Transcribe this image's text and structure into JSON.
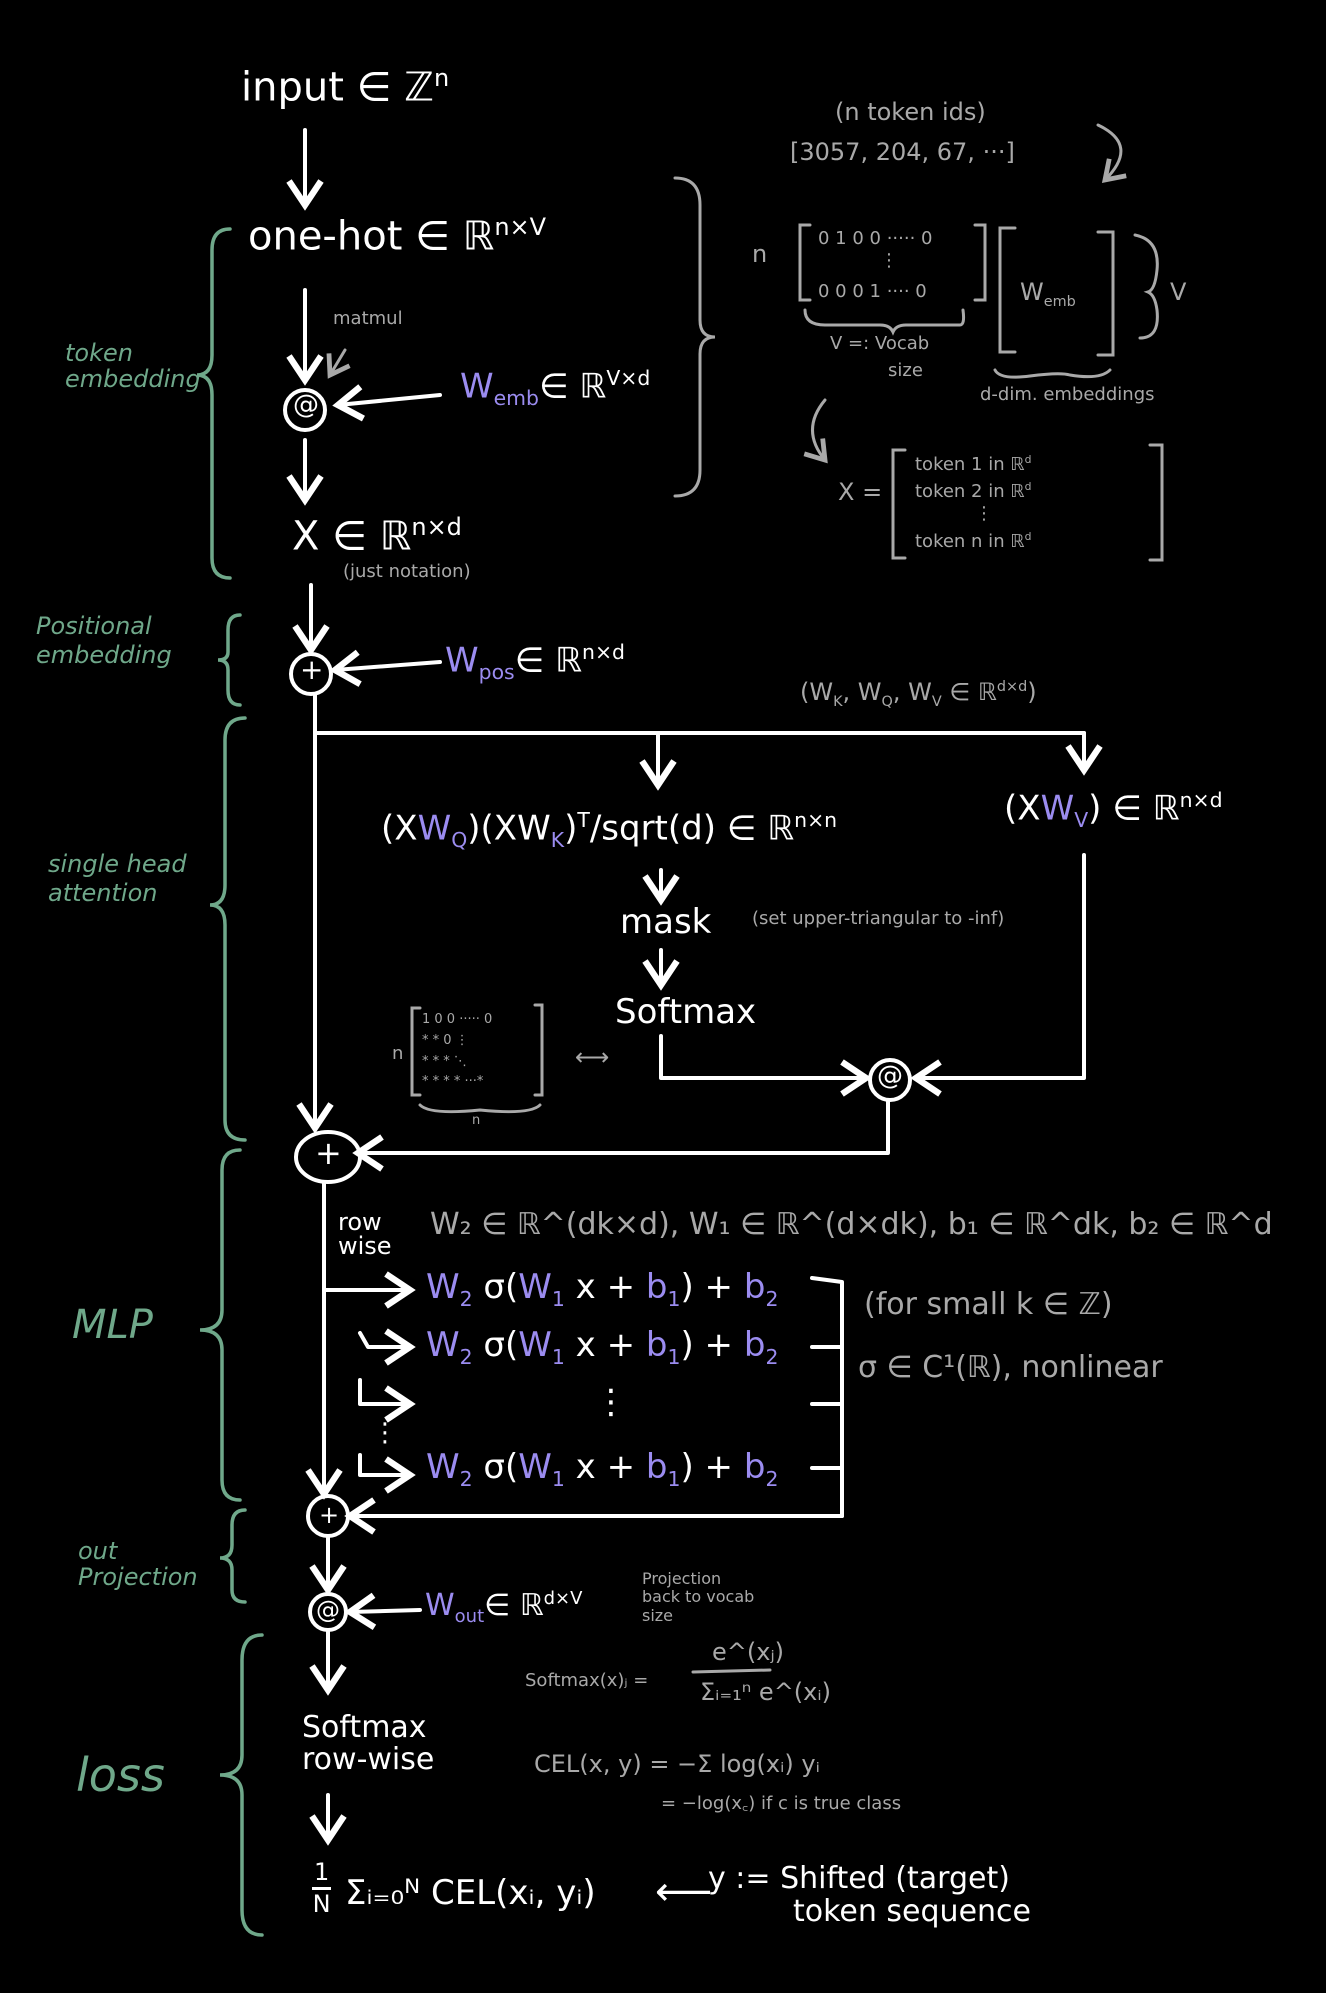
{
  "input": {
    "text": "input ∈ ℤ",
    "sup": "n"
  },
  "token_ids": {
    "label": "(n token ids)",
    "values": "[3057, 204, 67, ···]"
  },
  "one_hot": {
    "text": "one-hot ∈ ℝ",
    "sup": "n×V"
  },
  "matmul_label": "matmul",
  "w_emb": {
    "name": "W",
    "sub": "emb",
    "set": "∈ ℝ",
    "sup": "V×d"
  },
  "onehot_matrix": {
    "n": "n",
    "row1": "0 1 0 0 ····· 0",
    "vdots": "⋮",
    "row2": "0 0 0 1 ···· 0",
    "v_label": "V =: Vocab",
    "size": "size"
  },
  "wemb_matrix": {
    "name": "W",
    "sub": "emb",
    "v": "V",
    "caption": "d-dim. embeddings"
  },
  "x_matrix": {
    "lhs": "X =",
    "rows": [
      "token 1 in ℝ",
      "token 2 in ℝ",
      "⋮",
      "token n in ℝ"
    ],
    "sup": "d"
  },
  "x_def": {
    "text": "X ∈ ℝ",
    "sup": "n×d",
    "note": "(just notation)"
  },
  "sections": {
    "token_embedding": "token embedding",
    "positional": "Positional embedding",
    "attention": "single head attention",
    "mlp": "MLP",
    "out_projection": "out Projection",
    "loss": "loss"
  },
  "plus_symbol": "+",
  "at_symbol": "@",
  "w_pos": {
    "name": "W",
    "sub": "pos",
    "set": "∈ ℝ",
    "sup": "n×d"
  },
  "attn_weights": {
    "open": "(W",
    "k": "K",
    "comma1": ", W",
    "q": "Q",
    "comma2": ", W",
    "v": "V",
    "set": " ∈ ℝ",
    "sup": "d×d",
    "close": ")"
  },
  "scores": {
    "a": "(X",
    "wq": "W",
    "wq_sub": "Q",
    "b": ")(XW",
    "wk_sub": "K",
    "c": ")",
    "t": "T",
    "d": "/sqrt(d) ∈ ℝ",
    "sup": "n×n"
  },
  "values": {
    "a": "(X",
    "wv": "W",
    "wv_sub": "V",
    "b": ") ∈ ℝ",
    "sup": "n×d"
  },
  "mask": {
    "label": "mask",
    "note": "(set upper-triangular to -inf)"
  },
  "softmax_attn": "Softmax",
  "mask_matrix": {
    "n": "n",
    "rows": [
      "1 0 0 ····· 0",
      "* * 0        ⋮",
      "* * *      ⋱",
      "* * * * ···*"
    ],
    "bottom_n": "n",
    "arrow": "⟷"
  },
  "mlp": {
    "row_wise": "row wise",
    "params": "W₂ ∈ ℝ^(dk×d), W₁ ∈ ℝ^(d×dk), b₁ ∈ ℝ^dk, b₂ ∈ ℝ^d",
    "formula": {
      "w2": "W",
      "w2_sub": "2",
      "sigma": " σ(",
      "w1": "W",
      "w1_sub": "1",
      "x": " x + ",
      "b1": "b",
      "b1_sub": "1",
      "close": ") + ",
      "b2": "b",
      "b2_sub": "2"
    },
    "dots": "⋮",
    "k_note": "(for small k ∈ ℤ)",
    "sigma_note": "σ ∈ C¹(ℝ), nonlinear"
  },
  "w_out": {
    "name": "W",
    "sub": "out",
    "set": "∈ ℝ",
    "sup": "d×V",
    "note": [
      "Projection",
      "back to vocab",
      "size"
    ]
  },
  "softmax_def": {
    "lhs": "Softmax(x)ⱼ =",
    "num": "e^(xⱼ)",
    "den": "Σᵢ₌₁ⁿ e^(xᵢ)"
  },
  "cel_def": {
    "line1": "CEL(x, y) = −Σ log(xᵢ) yᵢ",
    "line2": "= −log(x꜀) if c is true class"
  },
  "softmax_out": [
    "Softmax",
    "row-wise"
  ],
  "final_loss": {
    "frac_num": "1",
    "frac_den": "N",
    "sum": "Σᵢ₌₀ᴺ CEL(xᵢ, yᵢ)"
  },
  "target": {
    "arrow": "⟵",
    "line1": "y := Shifted (target)",
    "line2": "token sequence"
  },
  "colors": {
    "background": "#000000",
    "main": "#ffffff",
    "annotation": "#a9a9a9",
    "section": "#6fa88a",
    "weights": "#9b8cf0"
  }
}
